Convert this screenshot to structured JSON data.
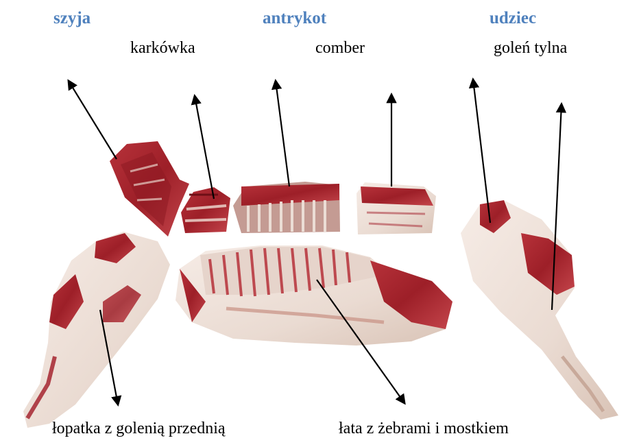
{
  "labels": {
    "top_primary": [
      "szyja",
      "antrykot",
      "udziec"
    ],
    "top_secondary": [
      "karkówka",
      "comber",
      "goleń tylna"
    ],
    "bottom": [
      "łopatka z golenią przednią",
      "łata z żebrami i mostkiem"
    ]
  },
  "colors": {
    "primary_label": "#4f81bd",
    "secondary_label": "#000000",
    "arrow": "#000000",
    "meat": "#a8232b",
    "meat_dark": "#7e141c",
    "fat": "#f2e3dc",
    "bone": "#ece1d7",
    "shadow": "#d8c8be"
  }
}
